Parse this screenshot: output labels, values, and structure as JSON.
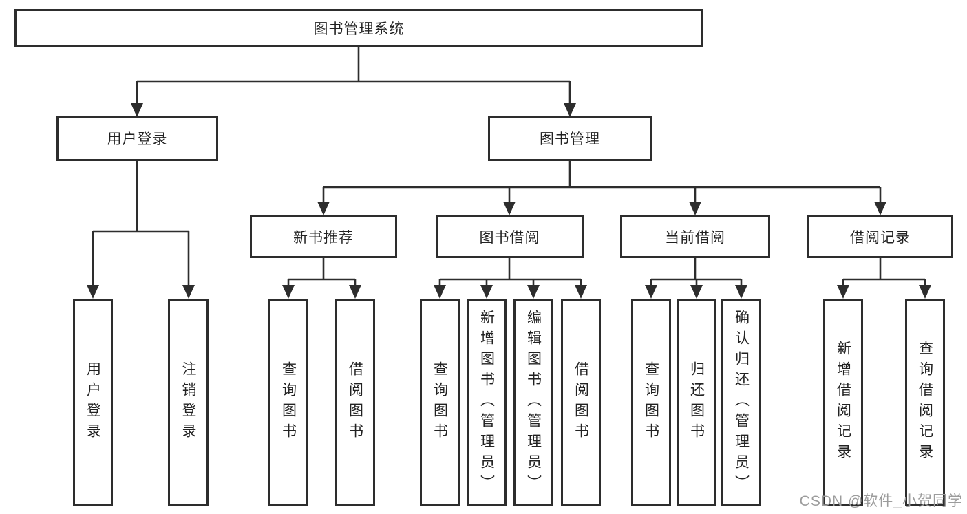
{
  "nodes": {
    "root": {
      "label": "图书管理系统"
    },
    "user_login": {
      "label": "用户登录"
    },
    "book_mgmt": {
      "label": "图书管理"
    },
    "new_book_rec": {
      "label": "新书推荐"
    },
    "book_borrow": {
      "label": "图书借阅"
    },
    "current_borrow": {
      "label": "当前借阅"
    },
    "borrow_records": {
      "label": "借阅记录"
    },
    "leaf_user_login": {
      "label": "用户登录"
    },
    "leaf_logout": {
      "label": "注销登录"
    },
    "leaf_query_book_rec": {
      "label": "查询图书"
    },
    "leaf_borrow_book_rec": {
      "label": "借阅图书"
    },
    "leaf_query_book_borrow": {
      "label": "查询图书"
    },
    "leaf_add_book": {
      "label": "新增图书（管理员）"
    },
    "leaf_edit_book": {
      "label": "编辑图书（管理员）"
    },
    "leaf_borrow_book_borrow": {
      "label": "借阅图书"
    },
    "leaf_query_book_current": {
      "label": "查询图书"
    },
    "leaf_return_book": {
      "label": "归还图书"
    },
    "leaf_confirm_return": {
      "label": "确认归还（管理员）"
    },
    "leaf_add_borrow_record": {
      "label": "新增借阅记录"
    },
    "leaf_query_borrow_record": {
      "label": "查询借阅记录"
    }
  },
  "watermark": {
    "text": "CSDN @软件_小贺同学"
  },
  "colors": {
    "line": "#2d2d2d",
    "box_border": "#2d2d2d",
    "box_bg": "#ffffff",
    "text": "#222222",
    "watermark": "#9c9c9c",
    "background": "#ffffff"
  }
}
